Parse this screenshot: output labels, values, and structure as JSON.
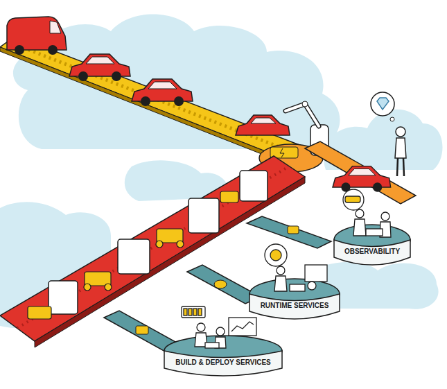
{
  "diagram": {
    "nodes": [
      {
        "text": [
          "OBSERVABILITY"
        ]
      },
      {
        "text": [
          "RUNTIME SERVICES"
        ]
      },
      {
        "text": [
          "BUILD & DEPLOY SERVICES"
        ]
      }
    ]
  }
}
